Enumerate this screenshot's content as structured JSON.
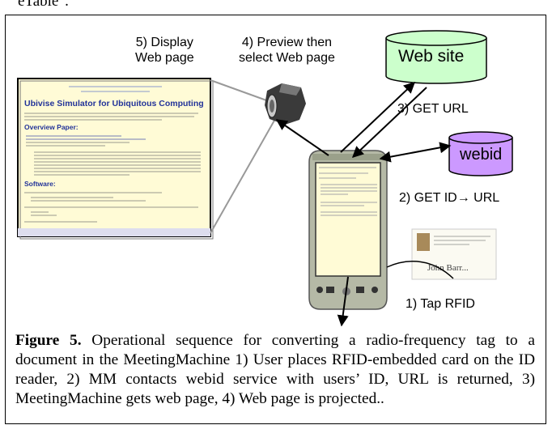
{
  "top_fragment": "eTable\".",
  "labels": {
    "display": "5) Display\nWeb page",
    "preview": "4) Preview then\nselect Web page",
    "website": "Web site",
    "get_url": "3) GET URL",
    "webid": "webid",
    "get_id": "2) GET ID→ URL",
    "tap": "1) Tap RFID"
  },
  "screen": {
    "title": "Ubivise Simulator for Ubiquitous Computing",
    "section1": "Overview Paper:",
    "section2": "Software:"
  },
  "card": {
    "name": "John Barr..."
  },
  "caption": {
    "label": "Figure 5.",
    "text": " Operational sequence for converting a radio-frequency tag to a document in the MeetingMachine 1) User places RFID-embedded card on the ID reader, 2) MM contacts webid service with users’ ID, URL is returned, 3) MeetingMachine gets web page, 4) Web page is projected.."
  },
  "colors": {
    "website_fill": "#ccffcc",
    "webid_fill": "#cc99ff",
    "screen_fill": "#ffffcc",
    "device_body": "#b5b9a6"
  }
}
